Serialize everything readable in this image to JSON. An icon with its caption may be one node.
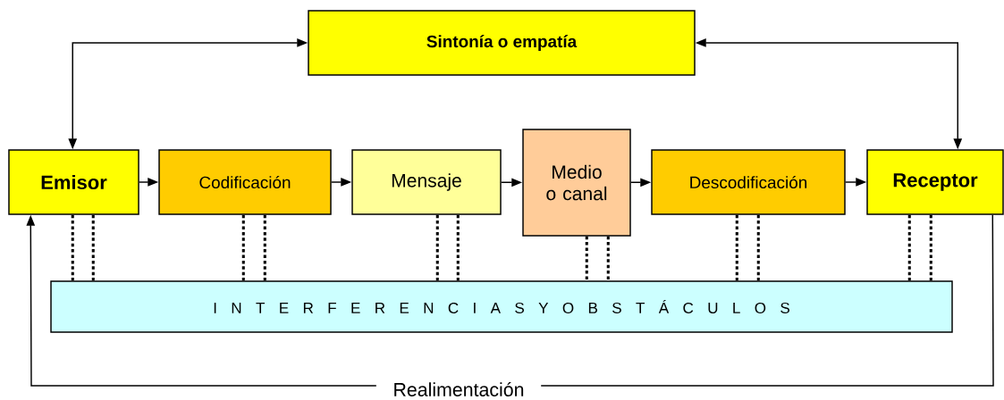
{
  "diagram": {
    "nodes": [
      {
        "text": [
          "Sintonía o empatía"
        ]
      },
      {
        "text": [
          "Emisor"
        ]
      },
      {
        "text": [
          "Codificación"
        ]
      },
      {
        "text": [
          "Mensaje"
        ]
      },
      {
        "text": [
          "Medio o canal"
        ]
      },
      {
        "text": [
          "Descodificación"
        ]
      },
      {
        "text": [
          "Receptor"
        ]
      },
      {
        "text": [
          "I N T E R F E R E N C I A S Y O B S T Á C U L O S"
        ]
      }
    ],
    "edges": [
      {
        "from": 0,
        "to": 1,
        "arrow": "both"
      },
      {
        "from": 0,
        "to": 6,
        "arrow": "both"
      },
      {
        "from": 1,
        "to": 2,
        "arrow": "to"
      },
      {
        "from": 2,
        "to": 3,
        "arrow": "to"
      },
      {
        "from": 3,
        "to": 4,
        "arrow": "to"
      },
      {
        "from": 4,
        "to": 5,
        "arrow": "to"
      },
      {
        "from": 5,
        "to": 6,
        "arrow": "to"
      },
      {
        "from": 1,
        "to": 7,
        "arrow": "none",
        "style": "dashed"
      },
      {
        "from": 1,
        "to": 7,
        "arrow": "none",
        "style": "dashed"
      },
      {
        "from": 2,
        "to": 7,
        "arrow": "none",
        "style": "dashed"
      },
      {
        "from": 2,
        "to": 7,
        "arrow": "none",
        "style": "dashed"
      },
      {
        "from": 3,
        "to": 7,
        "arrow": "none",
        "style": "dashed"
      },
      {
        "from": 3,
        "to": 7,
        "arrow": "none",
        "style": "dashed"
      },
      {
        "from": 4,
        "to": 7,
        "arrow": "none",
        "style": "dashed"
      },
      {
        "from": 4,
        "to": 7,
        "arrow": "none",
        "style": "dashed"
      },
      {
        "from": 5,
        "to": 7,
        "arrow": "none",
        "style": "dashed"
      },
      {
        "from": 5,
        "to": 7,
        "arrow": "none",
        "style": "dashed"
      },
      {
        "from": 6,
        "to": 7,
        "arrow": "none",
        "style": "dashed"
      },
      {
        "from": 6,
        "to": 7,
        "arrow": "none",
        "style": "dashed"
      },
      {
        "from": 6,
        "to": 1,
        "arrow": "to",
        "label": "Realimentación"
      }
    ]
  }
}
